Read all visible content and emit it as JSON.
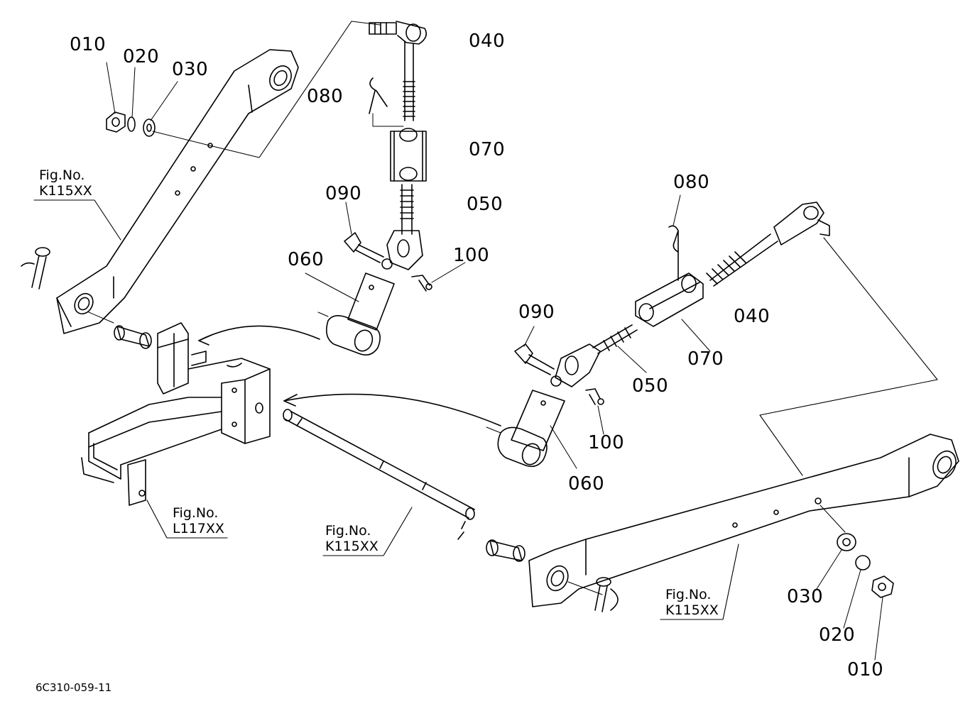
{
  "parts": {
    "p010_left": "010",
    "p020_left": "020",
    "p030_left": "030",
    "p040_top": "040",
    "p080_top": "080",
    "p070_top": "070",
    "p090_top": "090",
    "p050_top": "050",
    "p060_top": "060",
    "p100_top": "100",
    "p080_right": "080",
    "p090_right": "090",
    "p040_right": "040",
    "p070_right": "070",
    "p050_right": "050",
    "p100_right": "100",
    "p060_right": "060",
    "p030_right": "030",
    "p020_right": "020",
    "p010_right": "010"
  },
  "figure_refs": {
    "ref_left_lower_link": {
      "line1": "Fig.No.",
      "line2": "K115XX"
    },
    "ref_frame": {
      "line1": "Fig.No.",
      "line2": "L117XX"
    },
    "ref_cross_shaft": {
      "line1": "Fig.No.",
      "line2": "K115XX"
    },
    "ref_right_lower_link": {
      "line1": "Fig.No.",
      "line2": "K115XX"
    }
  },
  "drawing_code": "6C310-059-11",
  "colors": {
    "line": "#000000",
    "background": "#ffffff"
  }
}
